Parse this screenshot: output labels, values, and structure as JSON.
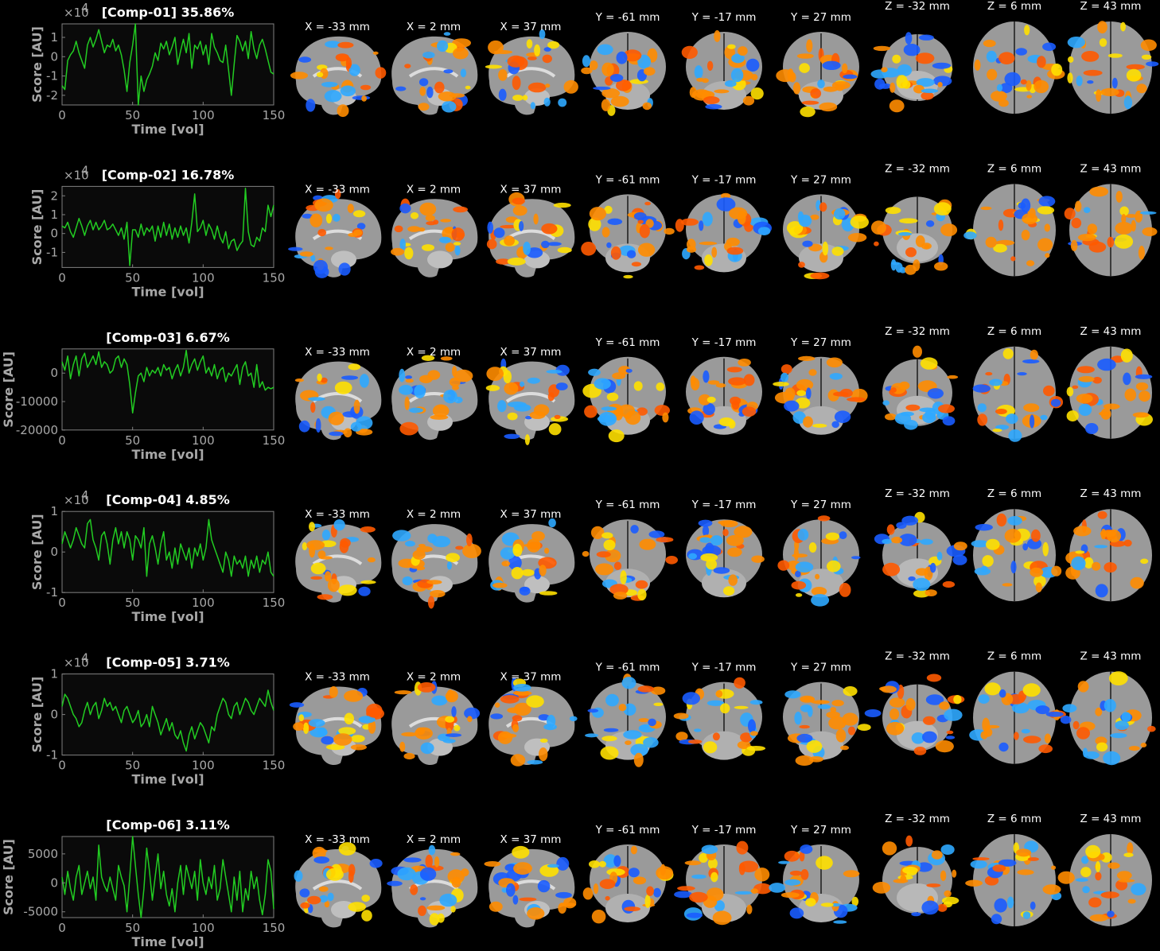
{
  "colors": {
    "background": "#000000",
    "axes_face": "#0a0a0a",
    "axes_edge": "#808080",
    "text_gray": "#a8a8a8",
    "trace": "#22cc22",
    "positive_map": "#ff8c00",
    "positive_peak": "#ffe000",
    "negative_map": "#2fa8ff",
    "negative_deep": "#1a5cff",
    "brain_gray": "#9a9a9a"
  },
  "slice_labels": [
    "X = -33 mm",
    "X = 2 mm",
    "X = 37 mm",
    "Y = -61 mm",
    "Y = -17 mm",
    "Y = 27 mm",
    "Z = -32 mm",
    "Z = 6 mm",
    "Z = 43 mm"
  ],
  "slice_views": [
    "sagittal",
    "sagittal",
    "sagittal",
    "coronal",
    "coronal",
    "coronal",
    "axial",
    "axial",
    "axial"
  ],
  "chart_data": [
    {
      "type": "line",
      "title": "[Comp-01] 35.86%",
      "xlabel": "Time [vol]",
      "ylabel": "Score [AU]",
      "exponent_label": "×10",
      "exponent_power": "4",
      "xlim": [
        0,
        150
      ],
      "ylim": [
        -2.5,
        1.7
      ],
      "xticks": [
        "0",
        "50",
        "100",
        "150"
      ],
      "yticks": [
        "1",
        "0",
        "-1",
        "-2"
      ],
      "ytick_values": [
        1,
        0,
        -1,
        -2
      ],
      "grid": false,
      "x_step": 2,
      "values": [
        -1.5,
        -1.7,
        -0.2,
        0.1,
        0.3,
        0.8,
        0.2,
        -0.2,
        -0.6,
        0.6,
        1.0,
        0.5,
        0.9,
        1.4,
        0.8,
        0.2,
        0.6,
        0.5,
        0.9,
        0.3,
        0.6,
        0.1,
        -0.7,
        -1.8,
        -0.3,
        0.6,
        1.7,
        -2.5,
        -1.0,
        -1.8,
        -1.2,
        -0.9,
        -0.5,
        0.2,
        -0.2,
        0.7,
        0.4,
        0.8,
        0.1,
        0.5,
        1.0,
        -0.4,
        0.3,
        0.9,
        0.2,
        1.2,
        -0.6,
        0.6,
        0.4,
        0.8,
        0.1,
        0.6,
        -0.4,
        1.2,
        0.5,
        0.2,
        -0.2,
        -0.3,
        0.6,
        -0.7,
        -2.0,
        -0.4,
        1.1,
        0.8,
        0.3,
        0.8,
        -0.1,
        1.3,
        0.4,
        -0.1,
        0.6,
        0.9,
        0.4,
        -0.2,
        -0.8,
        -0.9
      ]
    },
    {
      "type": "line",
      "title": "[Comp-02] 16.78%",
      "xlabel": "Time [vol]",
      "ylabel": "Score [AU]",
      "exponent_label": "×10",
      "exponent_power": "4",
      "xlim": [
        0,
        150
      ],
      "ylim": [
        -1.8,
        2.5
      ],
      "xticks": [
        "0",
        "50",
        "100",
        "150"
      ],
      "yticks": [
        "2",
        "1",
        "0",
        "-1"
      ],
      "ytick_values": [
        2,
        1,
        0,
        -1
      ],
      "grid": false,
      "x_step": 2,
      "values": [
        0.4,
        0.3,
        0.6,
        0.1,
        -0.2,
        0.3,
        0.8,
        0.4,
        -0.1,
        0.4,
        0.7,
        0.2,
        0.6,
        0.2,
        0.4,
        0.7,
        0.2,
        0.3,
        0.5,
        0.2,
        -0.1,
        0.3,
        -0.3,
        0.6,
        -1.7,
        0.2,
        0.2,
        -0.2,
        0.5,
        -0.1,
        0.3,
        0.1,
        0.4,
        -0.4,
        0.4,
        -0.2,
        0.6,
        -0.1,
        0.5,
        -0.3,
        0.3,
        -0.2,
        0.4,
        -0.1,
        0.3,
        -0.5,
        0.6,
        2.1,
        0.1,
        0.3,
        0.7,
        -0.1,
        0.5,
        0.2,
        -0.3,
        0.4,
        -0.2,
        -0.5,
        0.1,
        -0.8,
        -0.4,
        -0.3,
        -0.9,
        -0.6,
        -0.4,
        2.4,
        0.1,
        -0.6,
        -0.7,
        -0.2,
        -0.4,
        0.3,
        0.1,
        1.5,
        0.9,
        1.5
      ]
    },
    {
      "type": "line",
      "title": "[Comp-03] 6.67%",
      "xlabel": "Time [vol]",
      "ylabel": "Score [AU]",
      "exponent_label": "",
      "exponent_power": "",
      "xlim": [
        0,
        150
      ],
      "ylim": [
        -20000,
        8500
      ],
      "xticks": [
        "0",
        "50",
        "100",
        "150"
      ],
      "yticks": [
        "0",
        "-10000",
        "-20000"
      ],
      "ytick_values": [
        0,
        -10000,
        -20000
      ],
      "grid": false,
      "x_step": 2,
      "values": [
        4000,
        1000,
        6000,
        -2000,
        3000,
        6000,
        -1000,
        5000,
        7000,
        2000,
        4000,
        6000,
        3000,
        7500,
        2000,
        4000,
        3000,
        0,
        1000,
        5000,
        6000,
        2000,
        5000,
        3000,
        -4000,
        -14000,
        -7000,
        -1000,
        0,
        -3000,
        2000,
        -1000,
        1000,
        0,
        2000,
        -1000,
        3000,
        1000,
        2000,
        -2000,
        1000,
        3000,
        -1000,
        2000,
        8000,
        0,
        3000,
        5000,
        1000,
        4000,
        6000,
        0,
        2000,
        -1000,
        3000,
        -2000,
        1000,
        2000,
        -3000,
        0,
        -1000,
        1000,
        3000,
        -4000,
        2000,
        4000,
        -1000,
        0,
        -5000,
        3000,
        -5000,
        -3000,
        -6000,
        -5000,
        -5500,
        -5000
      ]
    },
    {
      "type": "line",
      "title": "[Comp-04] 4.85%",
      "xlabel": "Time [vol]",
      "ylabel": "Score [AU]",
      "exponent_label": "×10",
      "exponent_power": "4",
      "xlim": [
        0,
        150
      ],
      "ylim": [
        -1.0,
        1.0
      ],
      "xticks": [
        "0",
        "50",
        "100",
        "150"
      ],
      "yticks": [
        "1",
        "0",
        "-1"
      ],
      "ytick_values": [
        1,
        0,
        -1
      ],
      "grid": false,
      "x_step": 2,
      "values": [
        0.2,
        0.5,
        0.3,
        0.1,
        0.3,
        0.6,
        0.4,
        0.2,
        0.1,
        0.7,
        0.8,
        0.3,
        0.1,
        -0.2,
        0.4,
        0.5,
        0.2,
        -0.3,
        0.3,
        0.6,
        0.2,
        0.5,
        0.1,
        0.5,
        0.3,
        -0.2,
        0.4,
        0.3,
        0.1,
        0.6,
        -0.6,
        0.2,
        0.4,
        0.1,
        -0.3,
        0.2,
        0.5,
        -0.2,
        0.0,
        -0.4,
        0.1,
        -0.3,
        0.2,
        0.0,
        -0.2,
        0.1,
        -0.4,
        0.1,
        -0.1,
        0.2,
        -0.2,
        0.1,
        0.8,
        0.3,
        0.1,
        -0.1,
        -0.3,
        -0.5,
        0.0,
        -0.2,
        -0.6,
        -0.1,
        -0.3,
        -0.2,
        -0.4,
        -0.1,
        -0.6,
        -0.2,
        -0.4,
        -0.1,
        -0.5,
        -0.2,
        -0.3,
        0.0,
        -0.5,
        -0.6
      ]
    },
    {
      "type": "line",
      "title": "[Comp-05] 3.71%",
      "xlabel": "Time [vol]",
      "ylabel": "Score [AU]",
      "exponent_label": "×10",
      "exponent_power": "4",
      "xlim": [
        0,
        150
      ],
      "ylim": [
        -1.0,
        1.0
      ],
      "xticks": [
        "0",
        "50",
        "100",
        "150"
      ],
      "yticks": [
        "1",
        "0",
        "-1"
      ],
      "ytick_values": [
        1,
        0,
        -1
      ],
      "grid": false,
      "x_step": 2,
      "values": [
        0.2,
        0.5,
        0.4,
        0.2,
        0.0,
        -0.1,
        -0.3,
        -0.2,
        0.1,
        0.3,
        0.0,
        0.2,
        0.3,
        -0.1,
        0.1,
        0.4,
        0.2,
        0.3,
        0.1,
        0.2,
        0.0,
        -0.2,
        0.1,
        0.2,
        0.0,
        -0.2,
        -0.1,
        0.1,
        -0.3,
        -0.2,
        0.0,
        -0.3,
        0.2,
        0.0,
        -0.2,
        -0.5,
        -0.3,
        -0.1,
        -0.4,
        -0.2,
        -0.5,
        -0.6,
        -0.4,
        -0.7,
        -0.9,
        -0.5,
        -0.3,
        -0.6,
        -0.4,
        -0.2,
        -0.3,
        -0.5,
        -0.7,
        -0.3,
        -0.4,
        0.0,
        0.2,
        0.4,
        0.3,
        0.0,
        -0.1,
        0.2,
        0.3,
        0.0,
        0.2,
        0.4,
        0.3,
        0.1,
        0.0,
        0.2,
        0.4,
        0.3,
        0.2,
        0.6,
        0.3,
        0.1
      ]
    },
    {
      "type": "line",
      "title": "[Comp-06] 3.11%",
      "xlabel": "Time [vol]",
      "ylabel": "Score [AU]",
      "exponent_label": "",
      "exponent_power": "",
      "xlim": [
        0,
        150
      ],
      "ylim": [
        -6000,
        8000
      ],
      "xticks": [
        "0",
        "50",
        "100",
        "150"
      ],
      "yticks": [
        "5000",
        "0",
        "-5000"
      ],
      "ytick_values": [
        5000,
        0,
        -5000
      ],
      "grid": false,
      "x_step": 2,
      "values": [
        1000,
        -2000,
        2000,
        -1000,
        -3000,
        1000,
        3000,
        -2000,
        0,
        2000,
        -1000,
        1000,
        -3000,
        6500,
        1000,
        -500,
        -1500,
        1000,
        -1000,
        -3000,
        3000,
        1000,
        -500,
        -5000,
        1000,
        8000,
        3000,
        -2000,
        -6000,
        -1000,
        6000,
        2000,
        -3000,
        1000,
        5000,
        -1000,
        2000,
        -2000,
        -4000,
        -1000,
        -5000,
        0,
        3000,
        -2000,
        3000,
        1000,
        -1000,
        2000,
        -3000,
        4000,
        0,
        -2000,
        1000,
        -1000,
        3000,
        -3000,
        -1000,
        4000,
        1000,
        -2000,
        -5000,
        1000,
        -3000,
        2000,
        -5000,
        -1000,
        -3000,
        2000,
        -1000,
        1000,
        -3000,
        -5500,
        -2000,
        4000,
        2000,
        -4500
      ]
    }
  ]
}
